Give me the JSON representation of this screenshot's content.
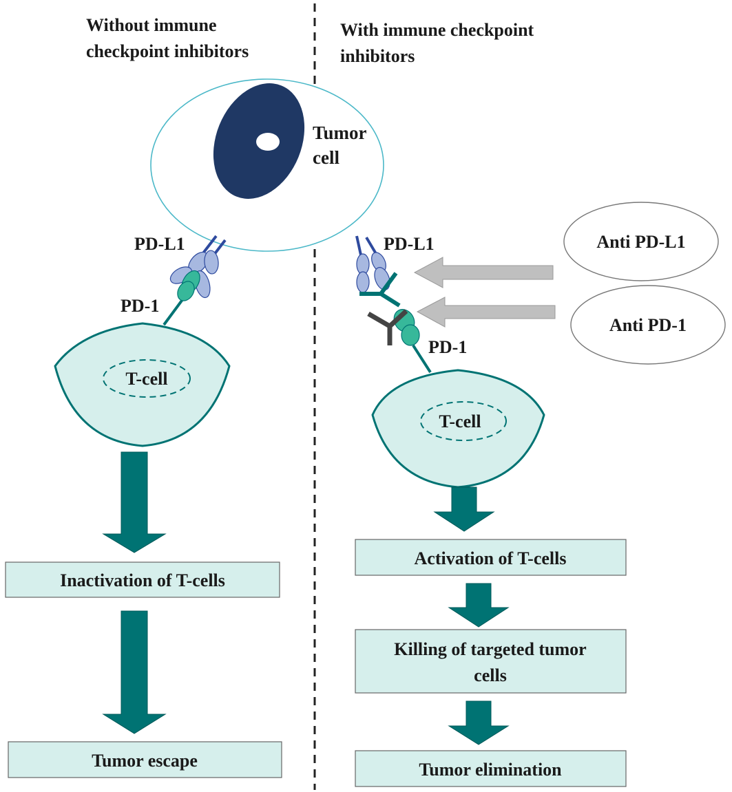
{
  "headings": {
    "left": [
      "Without immune",
      "checkpoint inhibitors"
    ],
    "right": [
      "With immune checkpoint",
      "inhibitors"
    ]
  },
  "tumor_cell": [
    "Tumor",
    "cell"
  ],
  "labels": {
    "pdl1_left": "PD-L1",
    "pd1_left": "PD-1",
    "pdl1_right": "PD-L1",
    "pd1_right": "PD-1",
    "tcell_left": "T-cell",
    "tcell_right": "T-cell"
  },
  "antibodies": {
    "anti_pdl1": "Anti PD-L1",
    "anti_pd1": "Anti PD-1"
  },
  "left_flow": {
    "step1": "Inactivation of T-cells",
    "step2": "Tumor escape"
  },
  "right_flow": {
    "step1": "Activation of T-cells",
    "step2": [
      "Killing of targeted tumor",
      "cells"
    ],
    "step3": "Tumor elimination"
  },
  "colors": {
    "teal": "#007373",
    "box_fill": "#d6efec",
    "cell_fill": "#d6efec",
    "nucleus": "#1f3864",
    "tumor_border": "#4bb8c8",
    "pdl1": "#2e4a9e",
    "pdl1_fill": "#a7b8e0",
    "pd1_fill": "#37b89a",
    "antibody_pd1": "#444444",
    "arrow_gray": "#bfbfbf"
  }
}
